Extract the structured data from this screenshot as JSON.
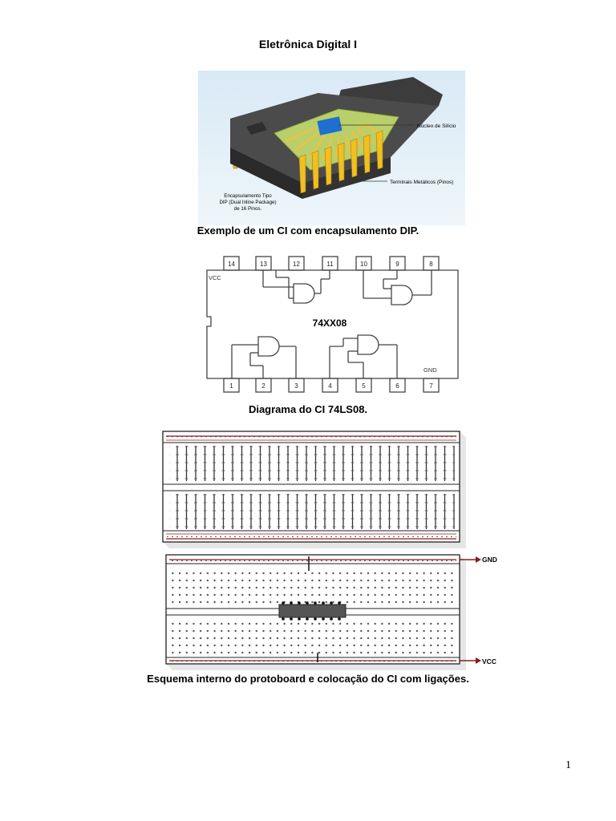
{
  "document": {
    "title": "Eletrônica Digital I",
    "page_number": "1"
  },
  "figure1": {
    "labels": {
      "core": "Núcleo de Silício",
      "terminals": "Terminais Metálicos (Pinos)",
      "package_line1": "Encapsulamento Tipo",
      "package_line2": "DIP (Dual Inline Package)",
      "package_line3": "de 16 Pinos."
    },
    "caption": "Exemplo de um CI com encapsulamento DIP."
  },
  "figure2": {
    "chip_name": "74XX08",
    "vcc_label": "VCC",
    "gnd_label": "GND",
    "top_pins": [
      "14",
      "13",
      "12",
      "11",
      "10",
      "9",
      "8"
    ],
    "bottom_pins": [
      "1",
      "2",
      "3",
      "4",
      "5",
      "6",
      "7"
    ],
    "caption": "Diagrama do CI 74LS08."
  },
  "figure3": {
    "gnd_label": "GND",
    "vcc_label": "VCC",
    "caption": "Esquema interno do protoboard e colocação do CI com ligações."
  },
  "colors": {
    "rail_red": "#8b1a1a",
    "chip_body": "#555555",
    "pin_gold": "#f0c020",
    "chip_core": "#1e6fd0"
  }
}
